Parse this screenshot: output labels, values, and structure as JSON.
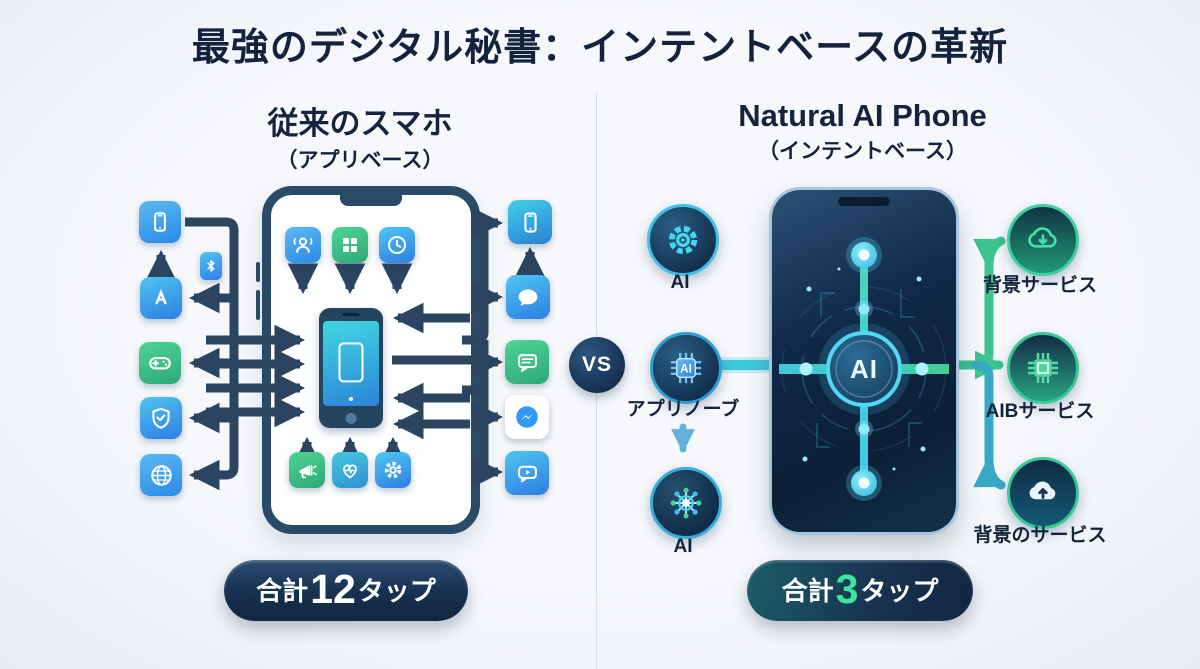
{
  "title": "最強のデジタル秘書：インテントベースの革新",
  "vs_label": "VS",
  "left_panel": {
    "heading": "従来のスマホ",
    "subheading": "（アプリベース）",
    "summary": {
      "prefix": "合計",
      "count": "12",
      "suffix": "タップ"
    },
    "outer_left_icons": [
      "smartphone-icon",
      "app-store-icon",
      "bluetooth-icon",
      "game-controller-icon",
      "shield-icon",
      "globe-icon"
    ],
    "outer_right_icons": [
      "smartphone-icon",
      "chat-bubble-icon",
      "message-list-icon",
      "messenger-icon",
      "video-chat-icon"
    ],
    "phone_top_icons": [
      "contacts-icon",
      "app-grid-icon",
      "clock-icon"
    ],
    "phone_bottom_icons": [
      "megaphone-icon",
      "health-icon",
      "gear-icon"
    ]
  },
  "right_panel": {
    "heading": "Natural AI Phone",
    "subheading": "（インテントベース）",
    "left_nodes": [
      {
        "icon": "gear-icon",
        "label": "AI"
      },
      {
        "icon": "ai-chip-icon",
        "label": "アプリノーブ",
        "chip_text": "AI"
      },
      {
        "icon": "network-hub-icon",
        "label": "AI"
      }
    ],
    "phone_center_label": "AI",
    "right_nodes": [
      {
        "icon": "cloud-download-icon",
        "label": "背景サービス"
      },
      {
        "icon": "chip-icon",
        "label": "AIBサービス"
      },
      {
        "icon": "cloud-upload-icon",
        "label": "背景のサービス"
      }
    ],
    "summary": {
      "prefix": "合計",
      "count": "3",
      "suffix": "タップ"
    }
  },
  "colors": {
    "background": "#eef1f6",
    "heading_text": "#15233f",
    "arrow_navy": "#2b4560",
    "accent_cyan": "#3fc8dc",
    "accent_green": "#3bc48e",
    "accent_green_text": "#3be59c",
    "pill_navy": "#16304f"
  }
}
